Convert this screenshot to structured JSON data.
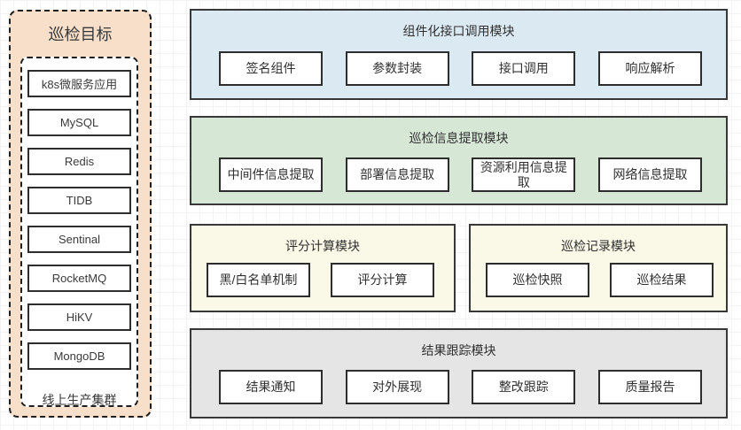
{
  "colors": {
    "target_panel_bg": "#f7dfc9",
    "api_module_bg": "#dbe9f3",
    "extract_module_bg": "#d6e8d5",
    "score_module_bg": "#faf8e6",
    "record_module_bg": "#faf8e6",
    "track_module_bg": "#e5e5e5",
    "shape_fill": "#ffffff",
    "shape_border": "#333333"
  },
  "target_panel": {
    "title": "巡检目标",
    "items": [
      "k8s微服务应用",
      "MySQL",
      "Redis",
      "TIDB",
      "Sentinal",
      "RocketMQ",
      "HiKV",
      "MongoDB"
    ],
    "footer": "线上生产集群"
  },
  "modules": [
    {
      "title": "组件化接口调用模块",
      "items": [
        "签名组件",
        "参数封装",
        "接口调用",
        "响应解析"
      ]
    },
    {
      "title": "巡检信息提取模块",
      "items": [
        "中间件信息提取",
        "部署信息提取",
        "资源利用信息提取",
        "网络信息提取"
      ]
    },
    {
      "title": "评分计算模块",
      "items": [
        "黑/白名单机制",
        "评分计算"
      ]
    },
    {
      "title": "巡检记录模块",
      "items": [
        "巡检快照",
        "巡检结果"
      ]
    },
    {
      "title": "结果跟踪模块",
      "items": [
        "结果通知",
        "对外展现",
        "整改跟踪",
        "质量报告"
      ]
    }
  ]
}
